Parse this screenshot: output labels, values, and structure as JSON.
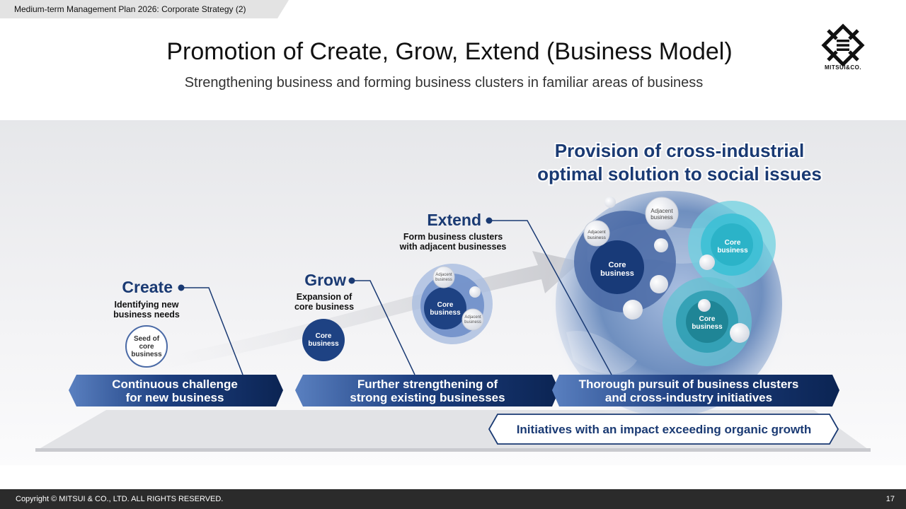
{
  "header": {
    "tab_label": "Medium-term Management Plan 2026: Corporate Strategy (2)",
    "title": "Promotion of Create, Grow, Extend (Business Model)",
    "subtitle": "Strengthening business and forming business clusters in familiar areas of business",
    "logo_text": "MITSUI&CO."
  },
  "headline": {
    "line1": "Provision of cross-industrial",
    "line2": "optimal solution to social issues"
  },
  "stages": {
    "create": {
      "label": "Create",
      "desc1": "Identifying new",
      "desc2": "business needs",
      "seed1": "Seed of",
      "seed2": "core",
      "seed3": "business"
    },
    "grow": {
      "label": "Grow",
      "desc1": "Expansion of",
      "desc2": "core business",
      "core1": "Core",
      "core2": "business"
    },
    "extend": {
      "label": "Extend",
      "desc1": "Form business clusters",
      "desc2": "with adjacent businesses",
      "core1": "Core",
      "core2": "business",
      "adj1": "Adjacent",
      "adj2": "business"
    }
  },
  "globe": {
    "core1": "Core",
    "core2": "business",
    "adj1": "Adjacent",
    "adj2": "business"
  },
  "banners": {
    "b1_line1": "Continuous challenge",
    "b1_line2": "for new business",
    "b2_line1": "Further strengthening of",
    "b2_line2": "strong existing businesses",
    "b3_line1": "Thorough pursuit of business clusters",
    "b3_line2": "and cross-industry initiatives",
    "b4": "Initiatives with an impact exceeding organic growth"
  },
  "footer": {
    "copyright": "Copyright © MITSUI & CO., LTD. ALL RIGHTS RESERVED.",
    "page": "17"
  },
  "colors": {
    "navy": "#1a3a73",
    "banner_dark": "#0e2a5c",
    "teal": "#2bb3c8",
    "globe": "#6f8fbf"
  }
}
